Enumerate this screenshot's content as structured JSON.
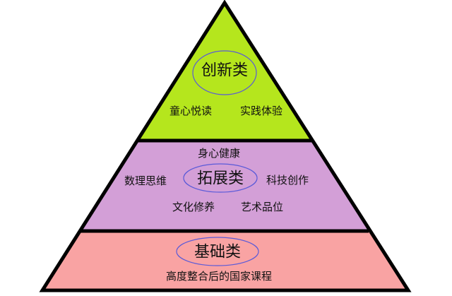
{
  "colors": {
    "top": "#b5e61d",
    "middle": "#d39fd7",
    "bottom": "#f9a3a3",
    "outline": "#000000",
    "ellipse": "#5a5ad8"
  },
  "top": {
    "title": "创新类",
    "items": [
      "童心悦读",
      "实践体验"
    ]
  },
  "middle": {
    "title": "拓展类",
    "items": [
      "身心健康",
      "数理思维",
      "科技创作",
      "文化修养",
      "艺术品位"
    ]
  },
  "bottom": {
    "title": "基础类",
    "caption": "高度整合后的国家课程"
  }
}
